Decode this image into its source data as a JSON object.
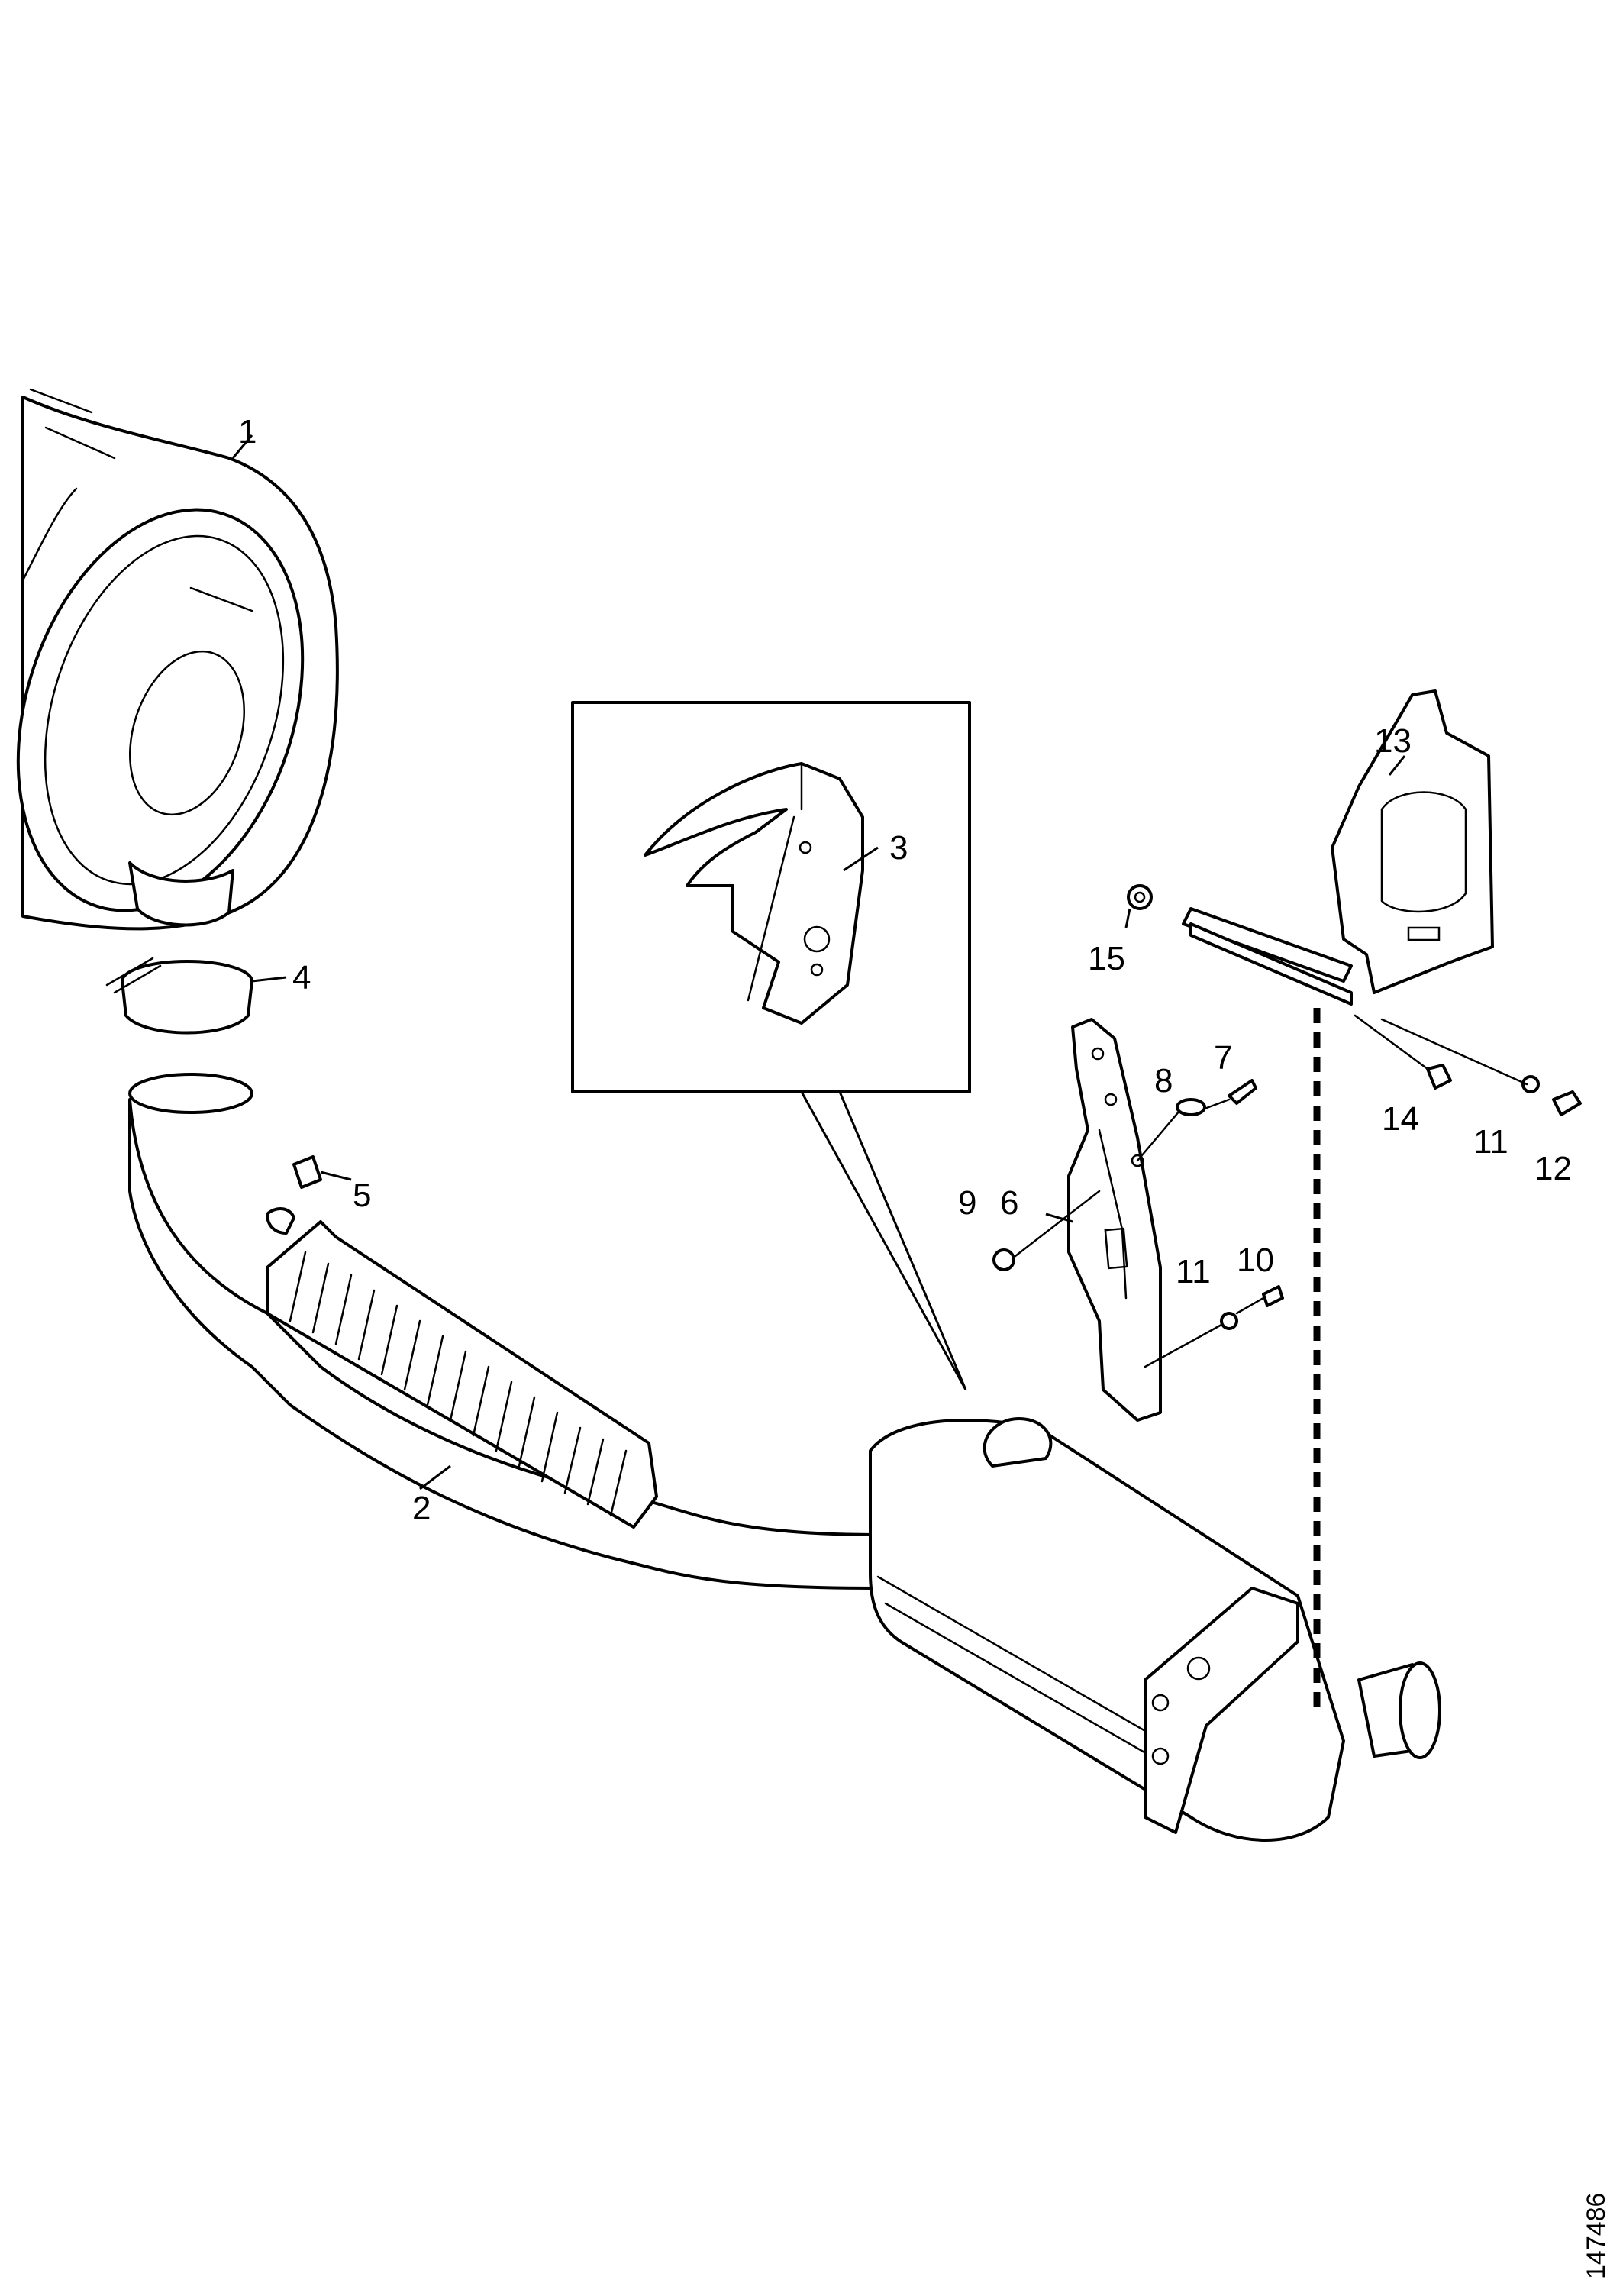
{
  "callouts": [
    "1",
    "2",
    "3",
    "4",
    "5",
    "6",
    "7",
    "8",
    "9",
    "10",
    "11",
    "12",
    "13",
    "14",
    "15"
  ],
  "second_11": "11",
  "drawing_ref": "147486",
  "colors": {
    "line": "#000000",
    "background": "#ffffff"
  }
}
